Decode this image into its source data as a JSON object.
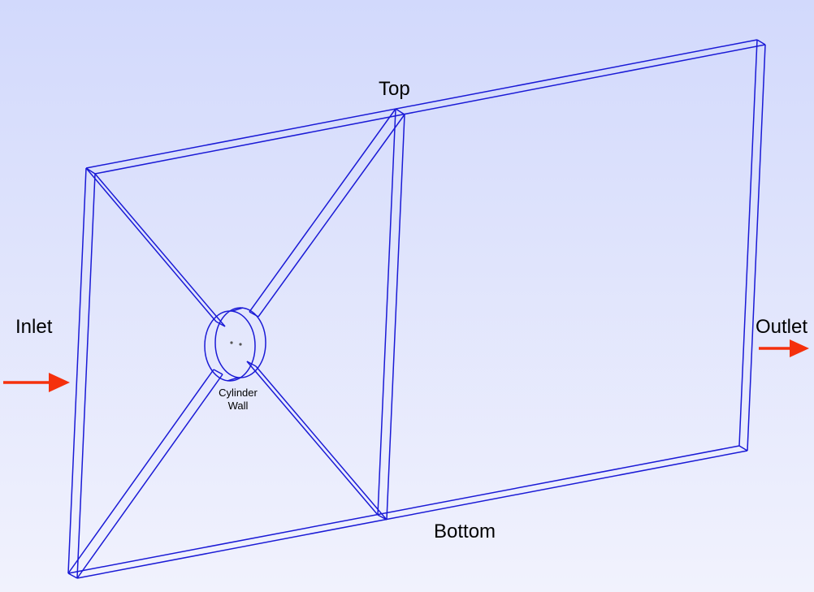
{
  "labels": {
    "top": "Top",
    "inlet": "Inlet",
    "outlet": "Outlet",
    "bottom": "Bottom",
    "cylinder_line1": "Cylinder",
    "cylinder_line2": "Wall"
  },
  "colors": {
    "edge": "#1a1ad6",
    "arrow": "#f5300c",
    "background_top": "#d2d9fc",
    "background_bottom": "#f1f2fd",
    "center_mark": "#555555"
  },
  "icons": {
    "inlet_arrow": "right-arrow-icon",
    "outlet_arrow": "right-arrow-icon"
  }
}
